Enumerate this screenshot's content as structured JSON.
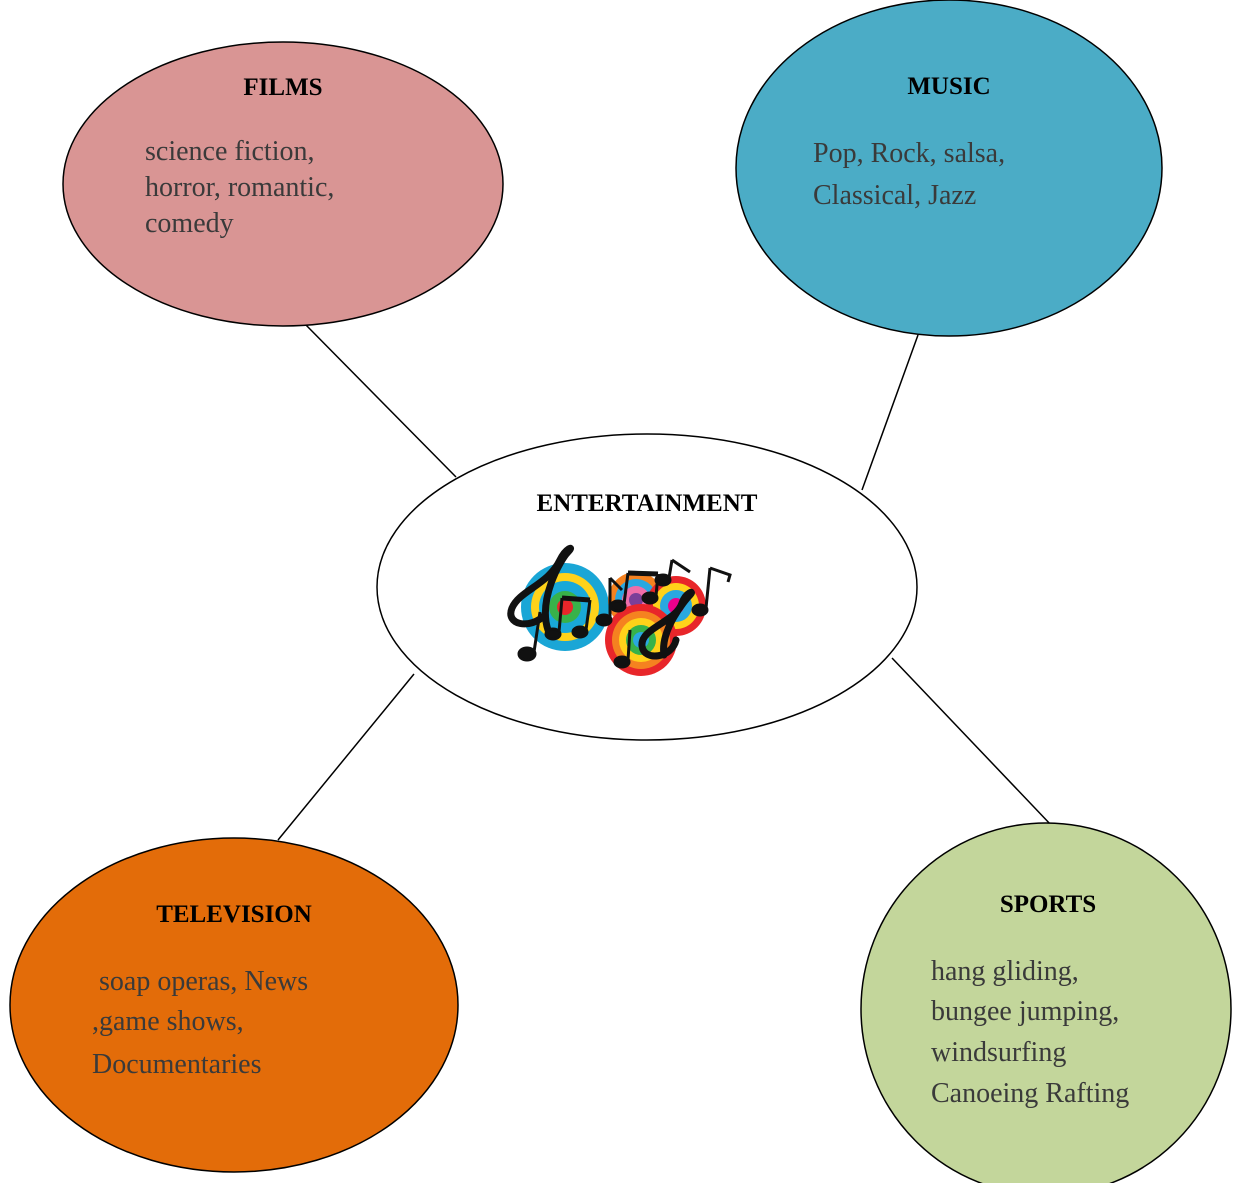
{
  "center": {
    "title": "ENTERTAINMENT",
    "color": "#ffffff",
    "image": "music-notes-clipart"
  },
  "nodes": [
    {
      "id": "films",
      "title": "FILMS",
      "color": "#d99594",
      "lines": [
        "science fiction,",
        "horror, romantic,",
        "comedy"
      ]
    },
    {
      "id": "music",
      "title": "MUSIC",
      "color": "#4bacc6",
      "lines": [
        "Pop, Rock, salsa,",
        "Classical, Jazz"
      ]
    },
    {
      "id": "television",
      "title": "TELEVISION",
      "color": "#e36c09",
      "lines": [
        " soap operas, News",
        ",game shows,",
        "Documentaries"
      ]
    },
    {
      "id": "sports",
      "title": "SPORTS",
      "color": "#c3d69b",
      "lines": [
        "hang gliding,",
        "bungee jumping,",
        "windsurfing",
        "Canoeing Rafting"
      ]
    }
  ]
}
